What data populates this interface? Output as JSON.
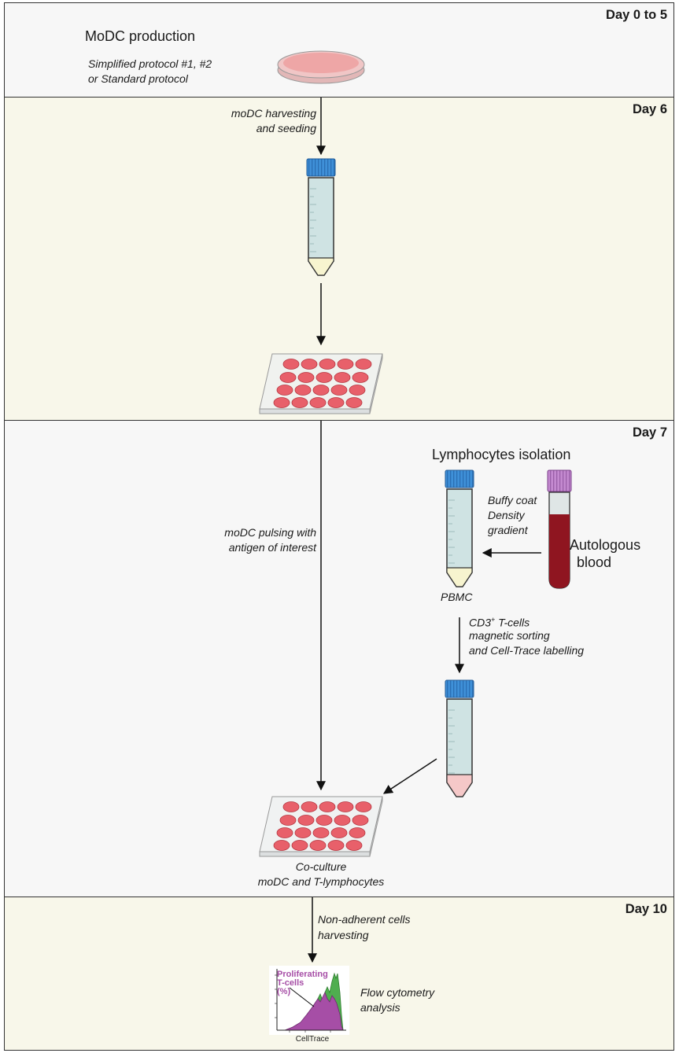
{
  "panels": [
    {
      "day": "Day 0 to 5"
    },
    {
      "day": "Day 6"
    },
    {
      "day": "Day 7"
    },
    {
      "day": "Day 10"
    }
  ],
  "modc_production": {
    "title": "MoDC production",
    "line1": "Simplified protocol #1, #2",
    "line2": "or Standard protocol"
  },
  "steps": {
    "harvest_line1": "moDC harvesting",
    "harvest_line2": "and seeding",
    "pulse_line1": "moDC pulsing with",
    "pulse_line2": "antigen of interest",
    "lympho_title": "Lymphocytes isolation",
    "buffy_line1": "Buffy coat",
    "buffy_line2": "Density",
    "buffy_line3": "gradient",
    "blood_line1": "Autologous",
    "blood_line2": "blood",
    "pbmc": "PBMC",
    "cd3_prefix": "CD3",
    "cd3_sup": "+",
    "cd3_suffix": " T-cells",
    "sort_line2": "magnetic sorting",
    "sort_line3": "and Cell-Trace labelling",
    "coculture_line1": "Co-culture",
    "coculture_line2": "moDC and T-lymphocytes",
    "nonadherent_line1": "Non-adherent cells",
    "nonadherent_line2": "harvesting",
    "flow_line1": "Flow cytometry",
    "flow_line2": "analysis"
  },
  "histogram": {
    "label_line1": "Proliferating",
    "label_line2": "T-cells",
    "label_line3": "(%)",
    "xlabel": "CellTrace",
    "colors": {
      "proliferating": "#a64ea6",
      "parent": "#4fae4f"
    }
  },
  "colors": {
    "tube_cap": "#3f90d8",
    "tube_body": "#cfe3e3",
    "plate_well": "#e8606a",
    "blood": "#8f1520",
    "blood_cap": "#c48ad0"
  }
}
